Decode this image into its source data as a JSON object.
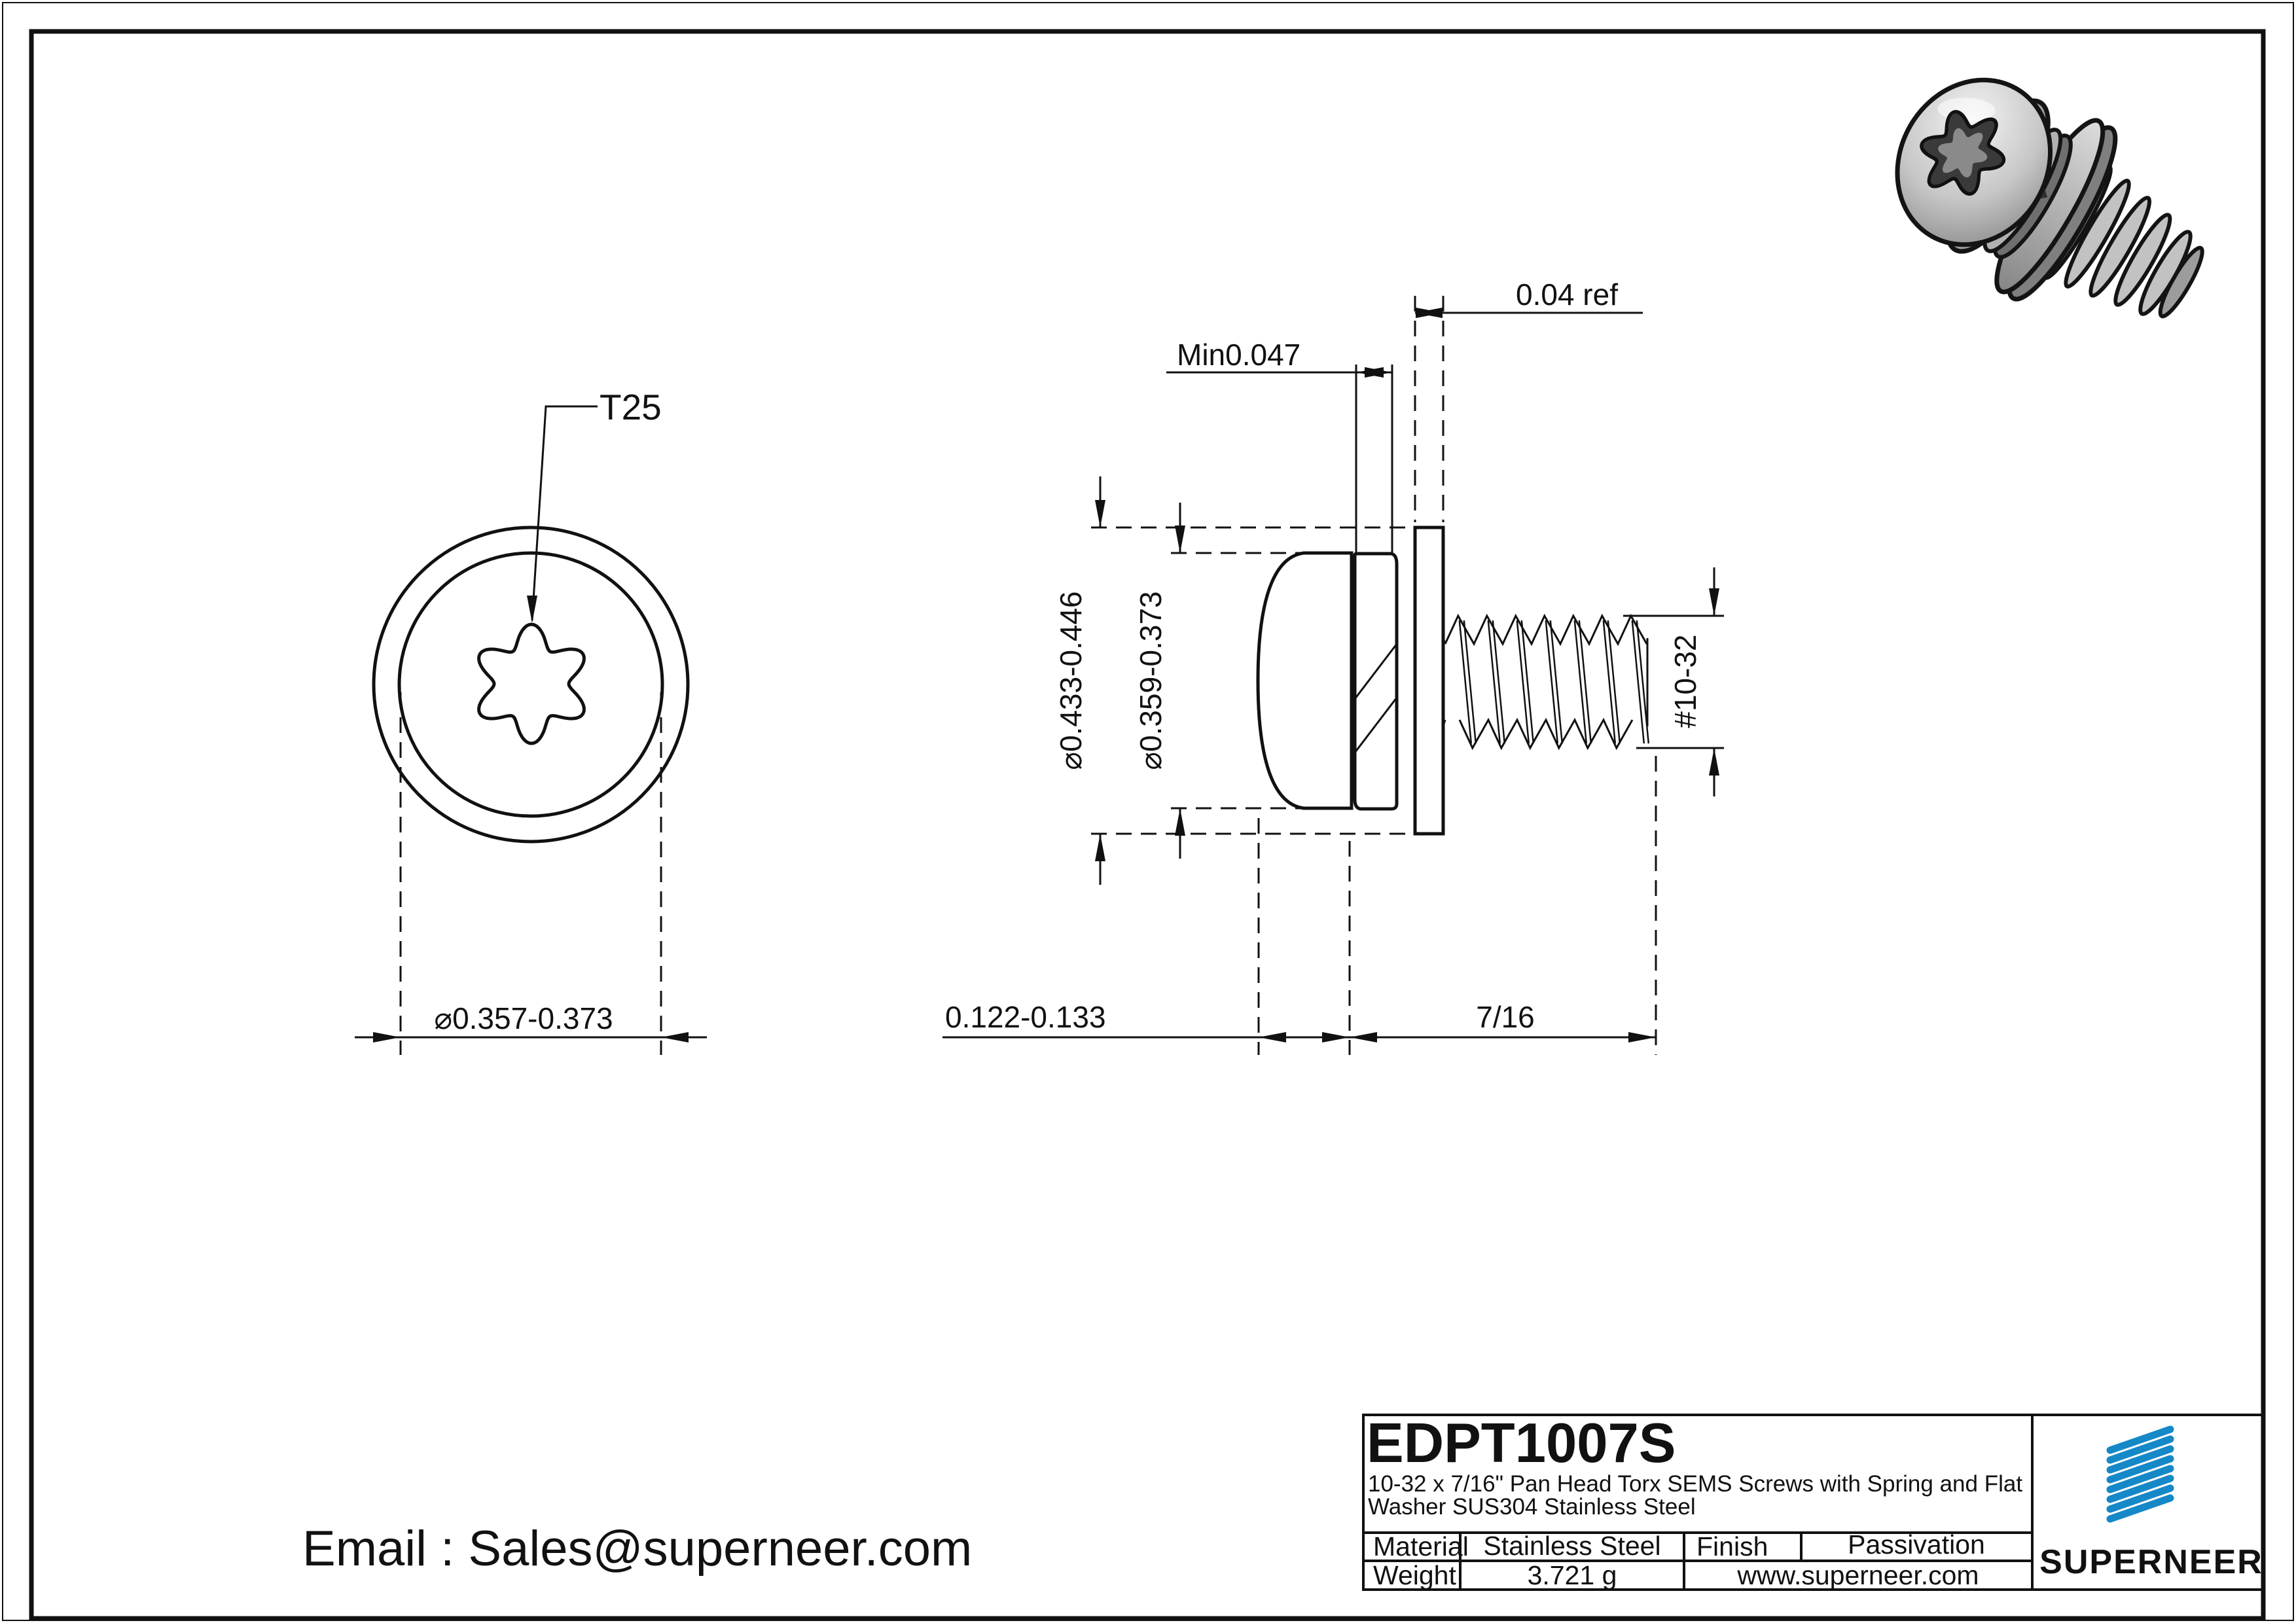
{
  "drawing": {
    "front": {
      "torx_label": "T25",
      "head_dia": "⌀0.357-0.373"
    },
    "side": {
      "washer_thickness": "0.04 ref",
      "spring_height": "Min0.047",
      "washer_od": "⌀0.433-0.446",
      "head_od": "⌀0.359-0.373",
      "thread_spec": "#10-32",
      "head_height": "0.122-0.133",
      "thread_length": "7/16"
    }
  },
  "contact": {
    "email": "Email : Sales@superneer.com"
  },
  "title_block": {
    "part_number": "EDPT1007S",
    "description_line1": "10-32 x 7/16\" Pan Head Torx SEMS Screws with Spring and Flat",
    "description_line2": "Washer SUS304 Stainless Steel",
    "material_label": "Material",
    "material_value": "Stainless Steel",
    "finish_label": "Finish",
    "finish_value": "Passivation",
    "weight_label": "Weight",
    "weight_value": "3.721 g",
    "website": "www.superneer.com",
    "brand": "SUPERNEER",
    "brand_color": "#1588c8",
    "line_color": "#111111"
  }
}
